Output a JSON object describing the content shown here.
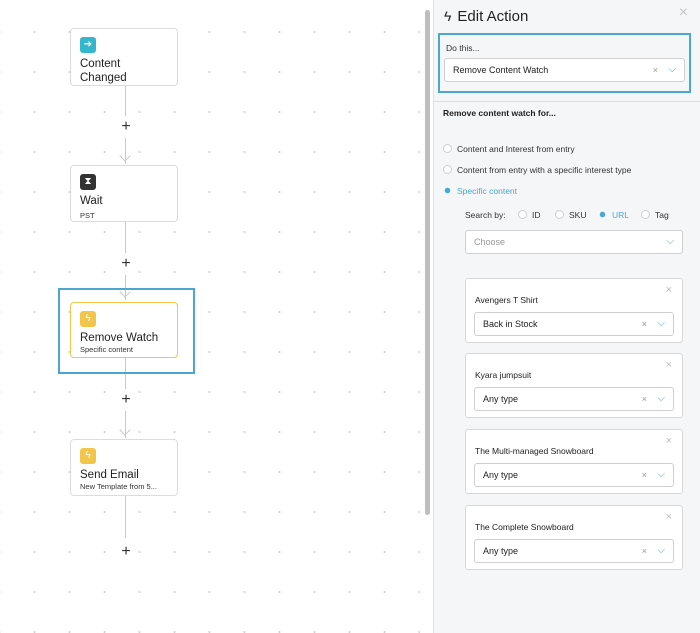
{
  "flow": {
    "nodes": [
      {
        "title": "Content Changed",
        "subtitle": "",
        "icon": "enter-icon",
        "color": "#35b6cf"
      },
      {
        "title": "Wait",
        "subtitle": "PST",
        "icon": "hourglass-icon",
        "color": "#333333"
      },
      {
        "title": "Remove Watch",
        "subtitle": "Specific content",
        "icon": "bolt-icon",
        "color": "#f1c64a"
      },
      {
        "title": "Send Email",
        "subtitle": "New Template from 5...",
        "icon": "bolt-icon",
        "color": "#f1c64a"
      }
    ],
    "add_symbol": "+"
  },
  "panel": {
    "title": "Edit Action",
    "close": "×",
    "do_this_label": "Do this...",
    "action_value": "Remove Content Watch",
    "section_title": "Remove content watch for...",
    "options": [
      {
        "label": "Content and Interest from entry",
        "selected": false
      },
      {
        "label": "Content from entry with a specific interest type",
        "selected": false
      },
      {
        "label": "Specific content",
        "selected": true
      }
    ],
    "search_by_label": "Search by:",
    "search_by_options": [
      {
        "label": "ID",
        "selected": false
      },
      {
        "label": "SKU",
        "selected": false
      },
      {
        "label": "URL",
        "selected": true
      },
      {
        "label": "Tag",
        "selected": false
      }
    ],
    "choose_placeholder": "Choose",
    "items": [
      {
        "name": "Avengers T Shirt",
        "type": "Back in Stock"
      },
      {
        "name": "Kyara jumpsuit",
        "type": "Any type"
      },
      {
        "name": "The Multi-managed Snowboard",
        "type": "Any type"
      },
      {
        "name": "The Complete Snowboard",
        "type": "Any type"
      }
    ],
    "clear_symbol": "×",
    "chevron_symbol": "⌵"
  },
  "colors": {
    "accent": "#4aa8d0",
    "highlight": "#4aa8d0",
    "selected_node_border": "#f1c64a"
  }
}
